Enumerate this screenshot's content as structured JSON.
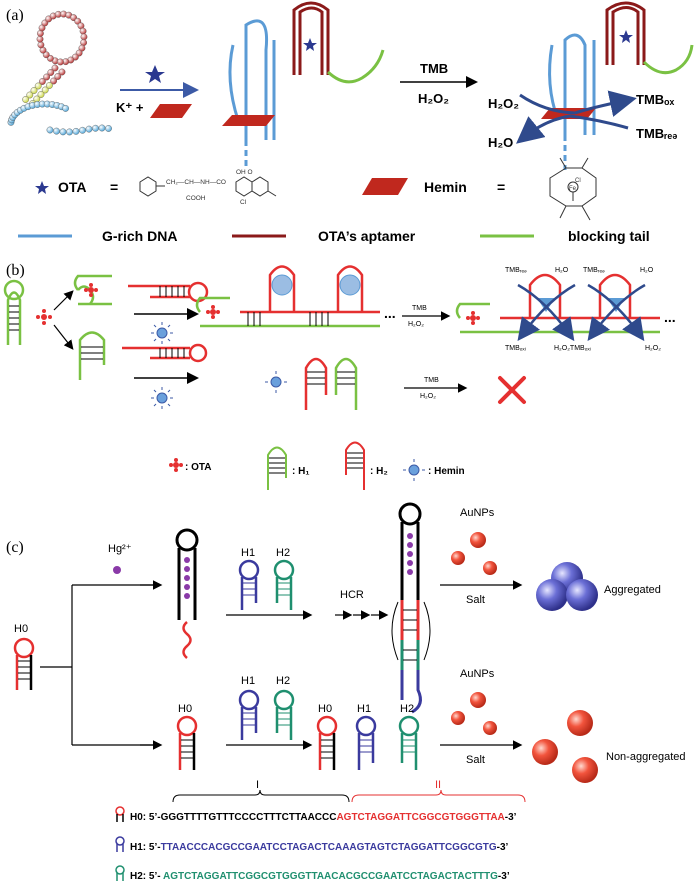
{
  "panel_a": {
    "label": "(a)",
    "k_plus": "K⁺ +",
    "tmb": "TMB",
    "h2o2": "H₂O₂",
    "h2o2_left": "H₂O₂",
    "h2o": "H₂O",
    "tmb_ox": "TMBₒₓ",
    "tmb_red": "TMBᵣₑₔ",
    "legend_ota": "OTA",
    "equals1": "=",
    "legend_hemin": "Hemin",
    "equals2": "=",
    "legend_grich": "G-rich DNA",
    "legend_aptamer": "OTA’s aptamer",
    "legend_blocking": "blocking tail",
    "struct_ota_text1": "CH₂—CH—NH—CO",
    "struct_ota_text2": "COOH",
    "struct_ota_text3": "OH  O",
    "struct_ota_text4": "Cl",
    "struct_hemin_text": "Cl",
    "struct_hemin_fe": "Fe"
  },
  "panel_b": {
    "label": "(b)",
    "tmb_top": "TMB",
    "h2o2_top": "H₂O₂",
    "tmb_bottom": "TMB",
    "h2o2_bottom": "H₂O₂",
    "tmbred1": "TMBᵣₑₔ",
    "h2o1": "H₂O",
    "tmbred2": "TMBᵣₑₔ",
    "h2o2r": "H₂O",
    "tmboxi1": "TMBₒₓᵢ",
    "h2o2mid": "H₂O₂TMBₒₓᵢ",
    "h2o2right": "H₂O₂",
    "dots1": "...",
    "dots2": "...",
    "legend_ota": ": OTA",
    "legend_h1": ": H₁",
    "legend_h2": ": H₂",
    "legend_hemin": ": Hemin"
  },
  "panel_c": {
    "label": "(c)",
    "hg": "Hg²⁺",
    "h0_left": "H0",
    "h1_top": "H1",
    "h2_top": "H2",
    "hcr": "HCR",
    "aunps_top": "AuNPs",
    "salt_top": "Salt",
    "aggregated": "Aggregated",
    "h0_mid": "H0",
    "h1_mid": "H1",
    "h2_mid": "H2",
    "h0_bot": "H0",
    "h1_bot": "H1",
    "h2_bot": "H2",
    "aunps_bot": "AuNPs",
    "salt_bot": "Salt",
    "non_aggregated": "Non-aggregated",
    "bracket_I": "I",
    "bracket_II": "II",
    "seq_h0_prefix": "H0: 5’-",
    "seq_h0_black": "GGGTTTTGTTTCCCCTTTCTTAACCC",
    "seq_h0_red": "AGTCTAGGATTCGGCGTGGGTTAA",
    "seq_h0_suffix": "-3’",
    "seq_h1_prefix": "H1: 5’-",
    "seq_h1_body": "TTAACCCACGCCGAATCCTAGACTCAAAGTAGTCTAGGATTCGGCGTG",
    "seq_h1_suffix": "-3’",
    "seq_h2_prefix": "H2: 5’- ",
    "seq_h2_body": "AGTCTAGGATTCGGCGTGGGTTAACACGCCGAATCCTAGACTACTTTG",
    "seq_h2_suffix": "-3’"
  },
  "colors": {
    "grich_blue": "#5b9bd5",
    "aptamer_darkred": "#8b1a1a",
    "blocking_green": "#7ac143",
    "hemin_red": "#c0281e",
    "ota_navy": "#2b3990",
    "h1_purple": "#3a3a9e",
    "h2_teal": "#1f8f6f",
    "h0_red": "#e53030",
    "aunp_red": "#f2543d",
    "aggregate_blue": "#5b5fc7"
  }
}
